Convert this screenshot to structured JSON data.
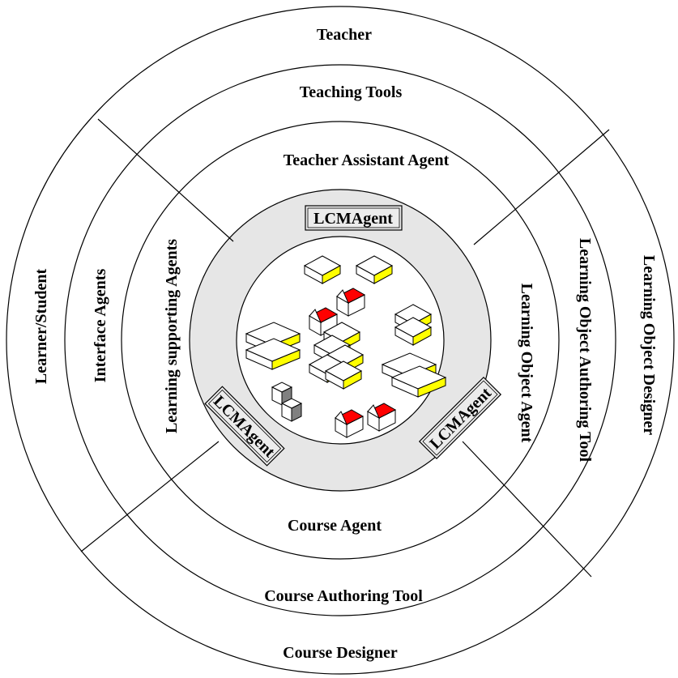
{
  "diagram": {
    "outer_ring": {
      "top": "Teacher",
      "bottom": "Course Designer",
      "left": "Learner/Student",
      "right": "Learning Object Designer"
    },
    "second_ring": {
      "top": "Teaching Tools",
      "bottom": "Course Authoring Tool",
      "left": "Interface Agents",
      "right": "Learning Object Authoring Tool"
    },
    "third_ring": {
      "top": "Teacher Assistant Agent",
      "bottom": "Course Agent",
      "left": "Learning supporting Agents",
      "right": "Learning Object Agent"
    },
    "lcm_ring": {
      "top": "LCMAgent",
      "lower_left": "LCMAgent",
      "lower_right": "LCMAgent"
    },
    "colors": {
      "lcm_ring_fill": "#e6e6e6",
      "block_top": "#ffffff",
      "block_side": "#ffff00",
      "roof": "#ff0000",
      "cube_side": "#808080"
    }
  }
}
